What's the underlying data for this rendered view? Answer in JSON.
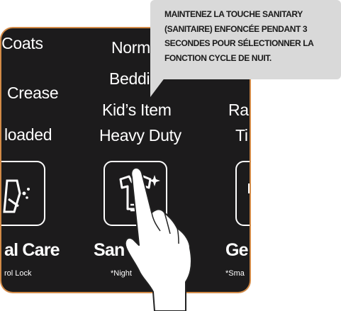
{
  "cycles": {
    "left": [
      "Coats",
      "Crease",
      "loaded"
    ],
    "center": [
      "Norm",
      "Beddin",
      "Kid’s Item",
      "Heavy Duty"
    ],
    "right": [
      "Rai",
      "Ti"
    ]
  },
  "buttons": {
    "left": {
      "label": "al Care",
      "sub": "rol Lock"
    },
    "center": {
      "label": "San",
      "sub": "*Night"
    },
    "right": {
      "label": "Ge",
      "sub": "*Sma"
    }
  },
  "callout": {
    "text": "MAINTENEZ LA TOUCHE SANITARY (SANITAIRE) ENFONCÉE PENDANT 3 SECONDES POUR SÉLECTIONNER LA FONCTION CYCLE DE NUIT."
  },
  "colors": {
    "panel": "#1c1b1c",
    "panel_border": "#d28a47",
    "callout_bg": "#d9d9d9"
  }
}
